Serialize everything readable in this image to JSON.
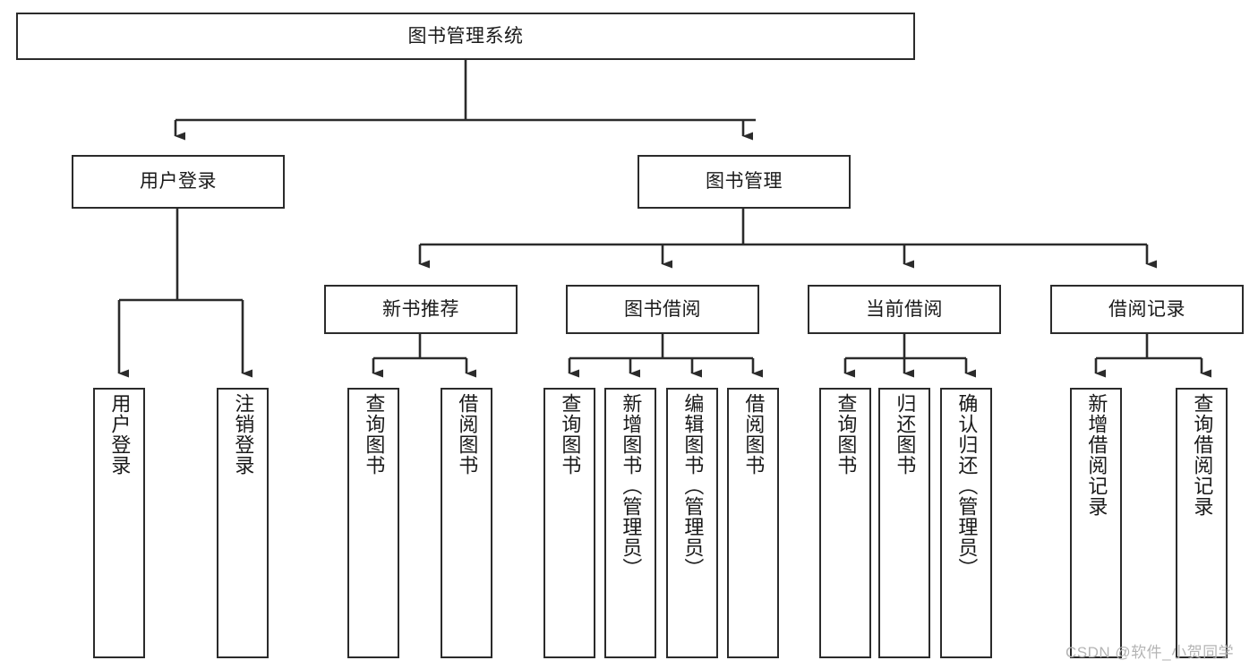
{
  "diagram": {
    "type": "tree",
    "title": "图书管理系统",
    "nodes": {
      "root": {
        "label": "图书管理系统",
        "orientation": "horizontal"
      },
      "level2": [
        {
          "id": "user-login",
          "label": "用户登录",
          "orientation": "horizontal"
        },
        {
          "id": "book-management",
          "label": "图书管理",
          "orientation": "horizontal"
        }
      ],
      "level3": [
        {
          "id": "new-book-recommend",
          "label": "新书推荐",
          "orientation": "horizontal"
        },
        {
          "id": "book-borrow",
          "label": "图书借阅",
          "orientation": "horizontal"
        },
        {
          "id": "current-borrow",
          "label": "当前借阅",
          "orientation": "horizontal"
        },
        {
          "id": "borrow-record",
          "label": "借阅记录",
          "orientation": "horizontal"
        }
      ],
      "leaves": [
        {
          "id": "leaf-user-login",
          "label": "用户登录",
          "parent": "user-login",
          "orientation": "vertical"
        },
        {
          "id": "leaf-logout",
          "label": "注销登录",
          "parent": "user-login",
          "orientation": "vertical"
        },
        {
          "id": "leaf-query-book-1",
          "label": "查询图书",
          "parent": "new-book-recommend",
          "orientation": "vertical"
        },
        {
          "id": "leaf-borrow-book-1",
          "label": "借阅图书",
          "parent": "new-book-recommend",
          "orientation": "vertical"
        },
        {
          "id": "leaf-query-book-2",
          "label": "查询图书",
          "parent": "book-borrow",
          "orientation": "vertical"
        },
        {
          "id": "leaf-add-book",
          "label": "新增图书（管理员）",
          "parent": "book-borrow",
          "orientation": "vertical"
        },
        {
          "id": "leaf-edit-book",
          "label": "编辑图书（管理员）",
          "parent": "book-borrow",
          "orientation": "vertical"
        },
        {
          "id": "leaf-borrow-book-2",
          "label": "借阅图书",
          "parent": "book-borrow",
          "orientation": "vertical"
        },
        {
          "id": "leaf-query-book-3",
          "label": "查询图书",
          "parent": "current-borrow",
          "orientation": "vertical"
        },
        {
          "id": "leaf-return-book",
          "label": "归还图书",
          "parent": "current-borrow",
          "orientation": "vertical"
        },
        {
          "id": "leaf-confirm-return",
          "label": "确认归还（管理员）",
          "parent": "current-borrow",
          "orientation": "vertical"
        },
        {
          "id": "leaf-add-record",
          "label": "新增借阅记录",
          "parent": "borrow-record",
          "orientation": "vertical"
        },
        {
          "id": "leaf-query-record",
          "label": "查询借阅记录",
          "parent": "borrow-record",
          "orientation": "vertical"
        }
      ]
    },
    "colors": {
      "stroke": "#2b2b2b",
      "fill": "#ffffff",
      "text": "#1a1a1a",
      "watermark": "#b4b4b4"
    }
  },
  "watermark": {
    "text": "CSDN @软件_小贺同学"
  }
}
